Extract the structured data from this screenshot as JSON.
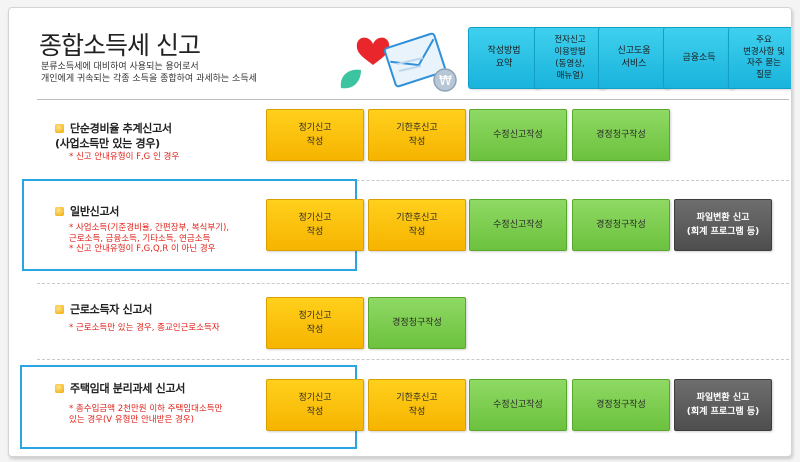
{
  "header": {
    "title": "종합소득세 신고",
    "description": [
      "분류소득세에 대비하여 사용되는 용어로서",
      "개인에게 귀속되는 각종 소득을 종합하여 과세하는 소득세"
    ]
  },
  "top_buttons": [
    {
      "label": "작성방법\n요약"
    },
    {
      "label": "전자신고\n이용방법\n(동영상,\n매뉴얼)"
    },
    {
      "label": "신고도움\n서비스"
    },
    {
      "label": "금융소득"
    },
    {
      "label": "주요\n변경사항 및\n자주 묻는\n질문"
    }
  ],
  "sections": [
    {
      "title": "단순경비율 추계신고서\n(사업소득만 있는 경우)",
      "notes": [
        "* 신고 안내유형이 F,G 인 경우"
      ],
      "buttons": [
        "정기신고\n작성",
        "기한후신고\n작성",
        "수정신고작성",
        "경정청구작성"
      ]
    },
    {
      "title": "일반신고서",
      "notes": [
        "* 사업소득(기준경비율, 간편장부, 복식부기),",
        "근로소득, 금융소득, 기타소득, 연금소득",
        "* 신고 안내유형이 F,G,Q,R 이 아닌 경우"
      ],
      "buttons": [
        "정기신고\n작성",
        "기한후신고\n작성",
        "수정신고작성",
        "경정청구작성",
        "파일변환 신고\n(회계 프로그램 등)"
      ]
    },
    {
      "title": "근로소득자 신고서",
      "notes": [
        "* 근로소득만 있는 경우, 종교인근로소득자"
      ],
      "buttons": [
        "정기신고\n작성",
        "경정청구작성"
      ]
    },
    {
      "title": "주택임대 분리과세 신고서",
      "notes": [
        "* 총수입금액 2천만원 이하 주택임대소득만",
        "있는 경우(V 유형만 안내받은 경우)"
      ],
      "buttons": [
        "정기신고\n작성",
        "기한후신고\n작성",
        "수정신고작성",
        "경정청구작성",
        "파일변환 신고\n(회계 프로그램 등)"
      ]
    }
  ],
  "colors": {
    "accent_blue": "#1bb5de",
    "yellow": "#f6b400",
    "green": "#6cc23e",
    "gray": "#4e4e4e",
    "note_red": "#e0241c",
    "highlight": "#2aa5e3"
  }
}
